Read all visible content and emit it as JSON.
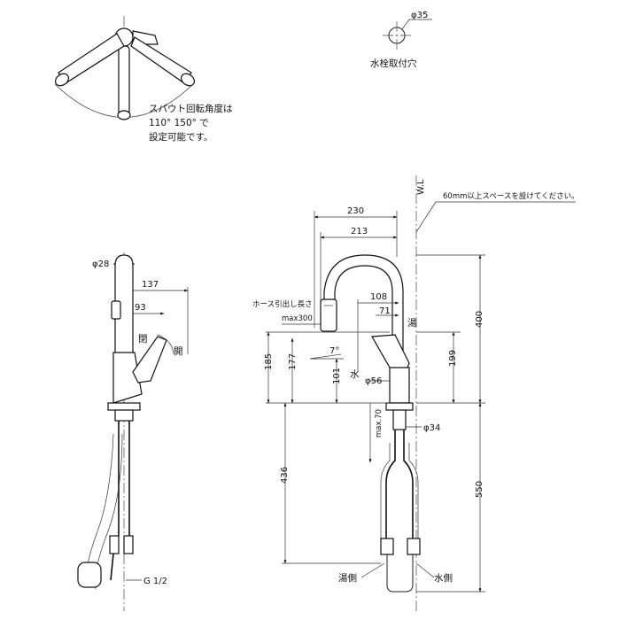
{
  "top_view": {
    "note_line1": "スパウト回転角度は",
    "note_line2": "110°  150°  で",
    "note_line3": "設定可能です。"
  },
  "hole": {
    "diameter": "φ35",
    "label": "水栓取付穴"
  },
  "side_view": {
    "dia_top": "φ28",
    "dim_137": "137",
    "dim_93": "93",
    "open_label": "開",
    "closed_label": "閉",
    "thread": "G 1/2"
  },
  "front_view": {
    "wl": "W.L",
    "space_note": "60mm以上スペースを設けてください。",
    "dim_230": "230",
    "dim_213": "213",
    "hose_note_1": "ホース引出し長さ",
    "hose_note_2": "max300",
    "dim_108": "108",
    "dim_71": "71",
    "hot_label": "湯",
    "cold_label": "水",
    "angle": "7°",
    "dim_185": "185",
    "dim_177": "177",
    "dim_101": "101",
    "dia_56": "φ56",
    "dim_199": "199",
    "dim_400": "400",
    "max70": "max.70",
    "dia_34": "φ34",
    "dim_436": "436",
    "dim_550": "550",
    "hot_side": "湯側",
    "cold_side": "水側"
  }
}
